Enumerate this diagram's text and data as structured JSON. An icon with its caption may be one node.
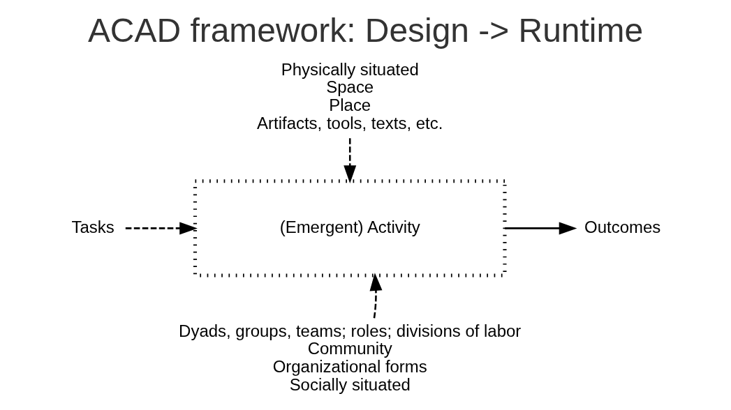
{
  "diagram": {
    "title": "ACAD framework: Design -> Runtime",
    "nodes": [
      {
        "text": [
          "Physically situated",
          "Space",
          "Place",
          "Artifacts, tools, texts, etc."
        ]
      },
      {
        "text": [
          "Tasks"
        ]
      },
      {
        "text": [
          "(Emergent) Activity"
        ]
      },
      {
        "text": [
          "Outcomes"
        ]
      },
      {
        "text": [
          "Dyads, groups, teams; roles; divisions of labor",
          "Community",
          "Organizational forms",
          "Socially situated"
        ]
      }
    ],
    "edges": [
      {
        "from": 0,
        "to": 2,
        "arrow": "to",
        "style": "dashed"
      },
      {
        "from": 1,
        "to": 2,
        "arrow": "to",
        "style": "dashed"
      },
      {
        "from": 2,
        "to": 3,
        "arrow": "to"
      },
      {
        "from": 4,
        "to": 2,
        "arrow": "to",
        "style": "dashed"
      }
    ]
  }
}
